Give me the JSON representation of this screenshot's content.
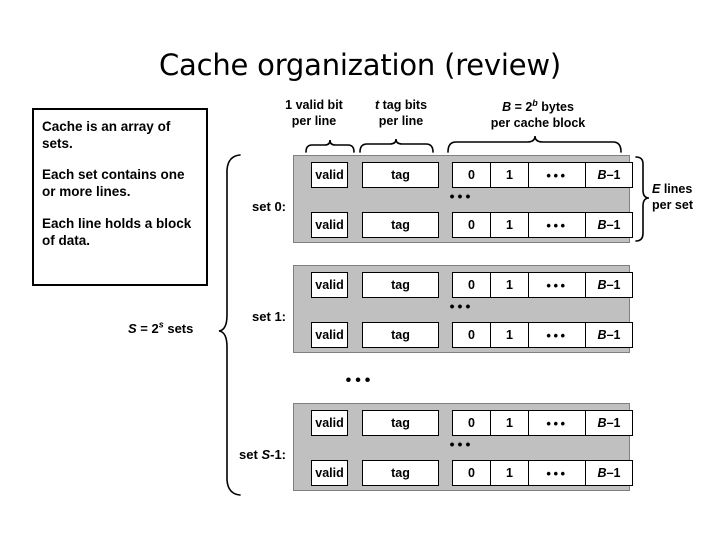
{
  "slide": {
    "title": "Cache organization (review)"
  },
  "description_box": {
    "lines": [
      "Cache is an array of sets.",
      "Each set contains one or more lines.",
      "Each line holds a block of data."
    ]
  },
  "annotations": {
    "valid_note_line1": "1 valid bit",
    "valid_note_line2": "per line",
    "tag_note_line1_italic": "t",
    "tag_note_line1_rest": " tag bits",
    "tag_note_line2": "per line",
    "block_note_line1_prefix_italic": "B",
    "block_note_line1_eq": " = 2",
    "block_note_line1_exp": "b",
    "block_note_line1_suffix": " bytes",
    "block_note_line2": "per cache block",
    "lines_note_italic": "E",
    "lines_note_rest": "  lines",
    "lines_note_line2": "per set",
    "sets_note_italic": "S",
    "sets_note_eq": " = 2",
    "sets_note_exp": "s",
    "sets_note_suffix": " sets"
  },
  "sets": [
    {
      "label_prefix": "set ",
      "label_italic": "",
      "label_suffix": "0:"
    },
    {
      "label_prefix": "set ",
      "label_italic": "",
      "label_suffix": "1:"
    },
    {
      "label_prefix": "set ",
      "label_italic": "S",
      "label_suffix": "-1:"
    }
  ],
  "line_cells": {
    "valid": "valid",
    "tag": "tag",
    "byte_0": "0",
    "byte_1": "1",
    "byte_dots": "•••",
    "byte_last_italic": "B",
    "byte_last_suffix": "–1"
  },
  "ellipsis": {
    "inline_dots": "•••",
    "vertical_dots": "•••"
  },
  "colors": {
    "set_block_gray": "#c0c0c0",
    "cell_white": "#ffffff",
    "stroke_black": "#000000",
    "background": "#ffffff"
  }
}
